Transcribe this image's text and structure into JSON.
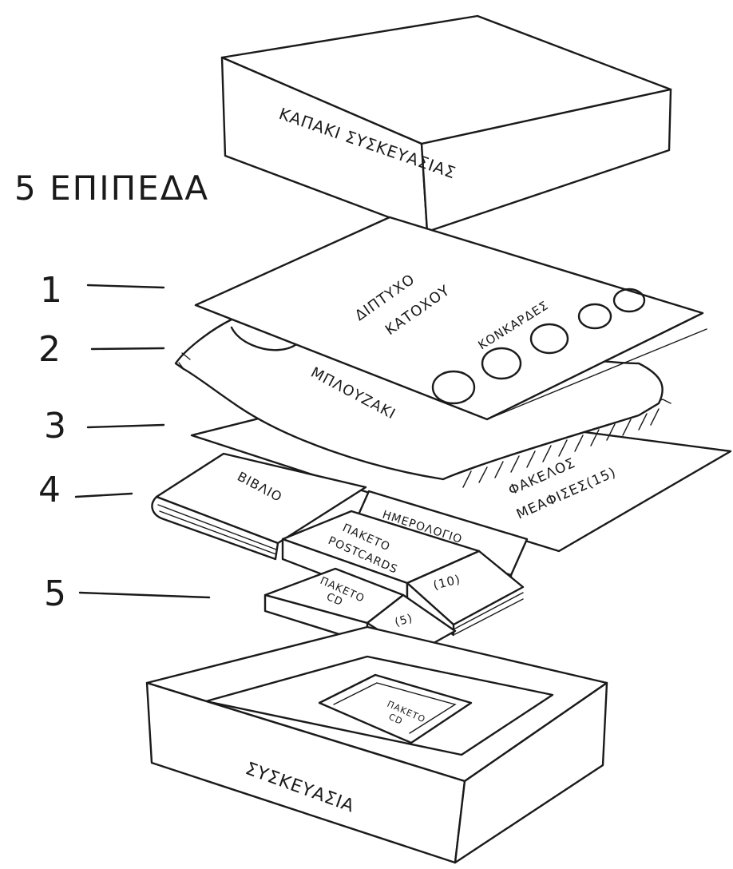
{
  "heading": "5 ΕΠΙΠΕΔΑ",
  "level_numbers": [
    "1",
    "2",
    "3",
    "4",
    "5"
  ],
  "labels": {
    "lid": "ΚΑΠΑΚΙ ΣΥΣΚΕΥΑΣΙΑΣ",
    "leaflet_line1": "ΔΙΠΤΥΧΟ",
    "leaflet_line2": "ΚΑΤΟΧΟΥ",
    "badges": "ΚΟΝΚΑΡΔΕΣ",
    "tshirt": "ΜΠΛΟΥΖΑΚΙ",
    "envelope_line1": "ΦΑΚΕΛΟΣ",
    "envelope_line2": "ΜΕΑΦΙΣΕΣ(15)",
    "book": "ΒΙΒΛΙΟ",
    "calendar": "ΗΜΕΡΟΛΟΓΙΟ",
    "postcards_line1": "ΠΑΚΕΤΟ",
    "postcards_line2": "POSTCARDS",
    "postcards_count": "(10)",
    "cd_line1": "ΠΑΚΕΤΟ",
    "cd_line2": "CD",
    "cd_count": "(5)",
    "slot_line1": "ΠΑΚΕΤΟ",
    "slot_line2": "CD",
    "box": "ΣΥΣΚΕΥΑΣΙΑ"
  }
}
